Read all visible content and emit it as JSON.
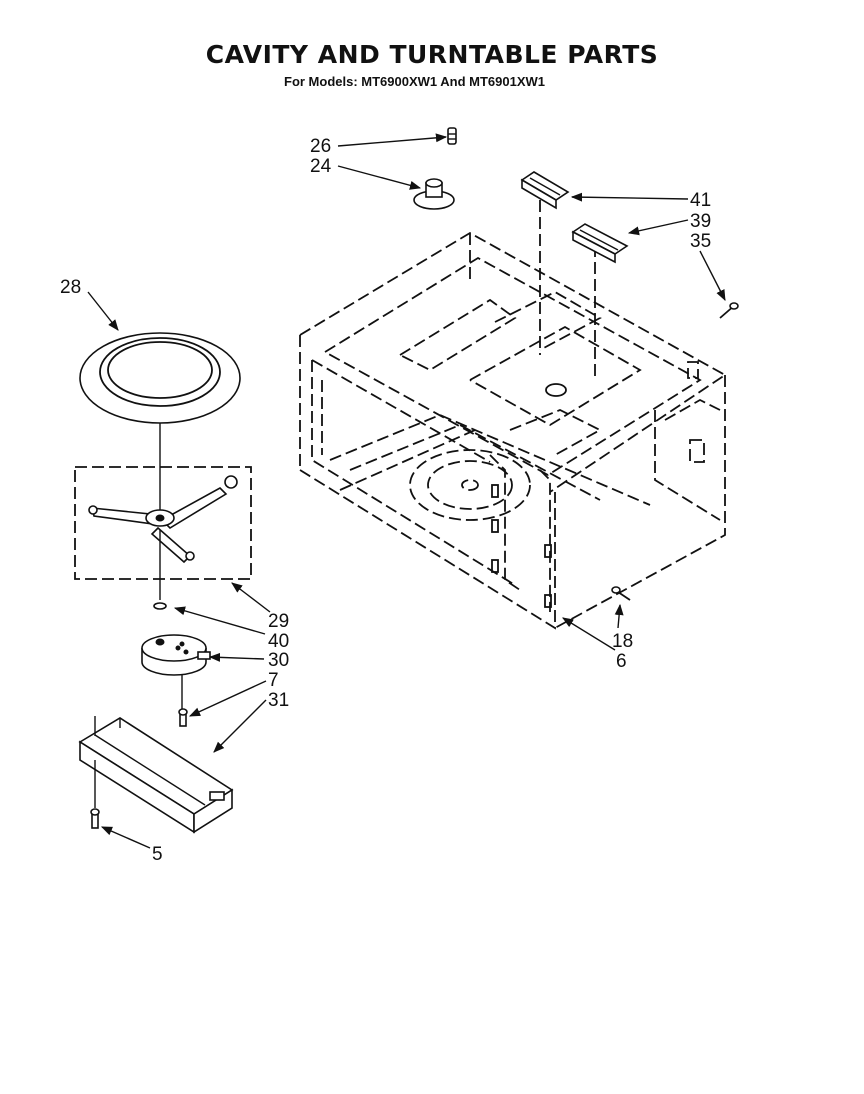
{
  "header": {
    "title": "CAVITY AND TURNTABLE PARTS",
    "subtitle": "For Models: MT6900XW1 And MT6901XW1"
  },
  "callouts": {
    "c26": "26",
    "c24": "24",
    "c41": "41",
    "c39": "39",
    "c35": "35",
    "c28": "28",
    "c29": "29",
    "c40": "40",
    "c30": "30",
    "c7": "7",
    "c31": "31",
    "c18": "18",
    "c6": "6",
    "c5": "5"
  }
}
